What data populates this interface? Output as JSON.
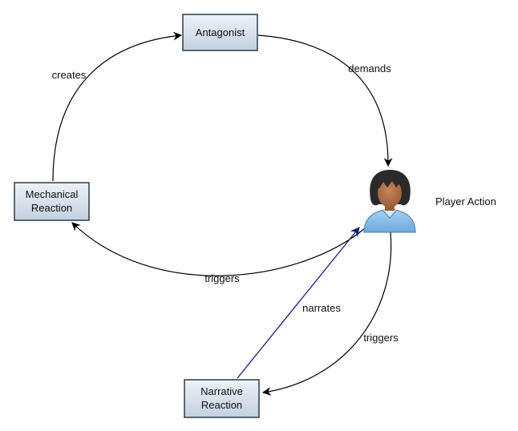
{
  "nodes": {
    "antagonist": {
      "lines": [
        "Antagonist"
      ]
    },
    "mechanical": {
      "lines": [
        "Mechanical",
        "Reaction"
      ]
    },
    "narrative": {
      "lines": [
        "Narrative",
        "Reaction"
      ]
    },
    "player": {
      "label": "Player Action",
      "icon": "user-icon"
    }
  },
  "edges": {
    "creates": "creates",
    "demands": "demands",
    "triggers_mechanical": "triggers",
    "narrates": "narrates",
    "triggers_narrative": "triggers"
  },
  "colors": {
    "box_top": "#eef2f8",
    "box_bottom": "#c4d0e0",
    "narrates_edge": "#1a1a7a",
    "shirt": "#86bde8",
    "skin": "#b5764a",
    "hair": "#2a2a2a"
  }
}
